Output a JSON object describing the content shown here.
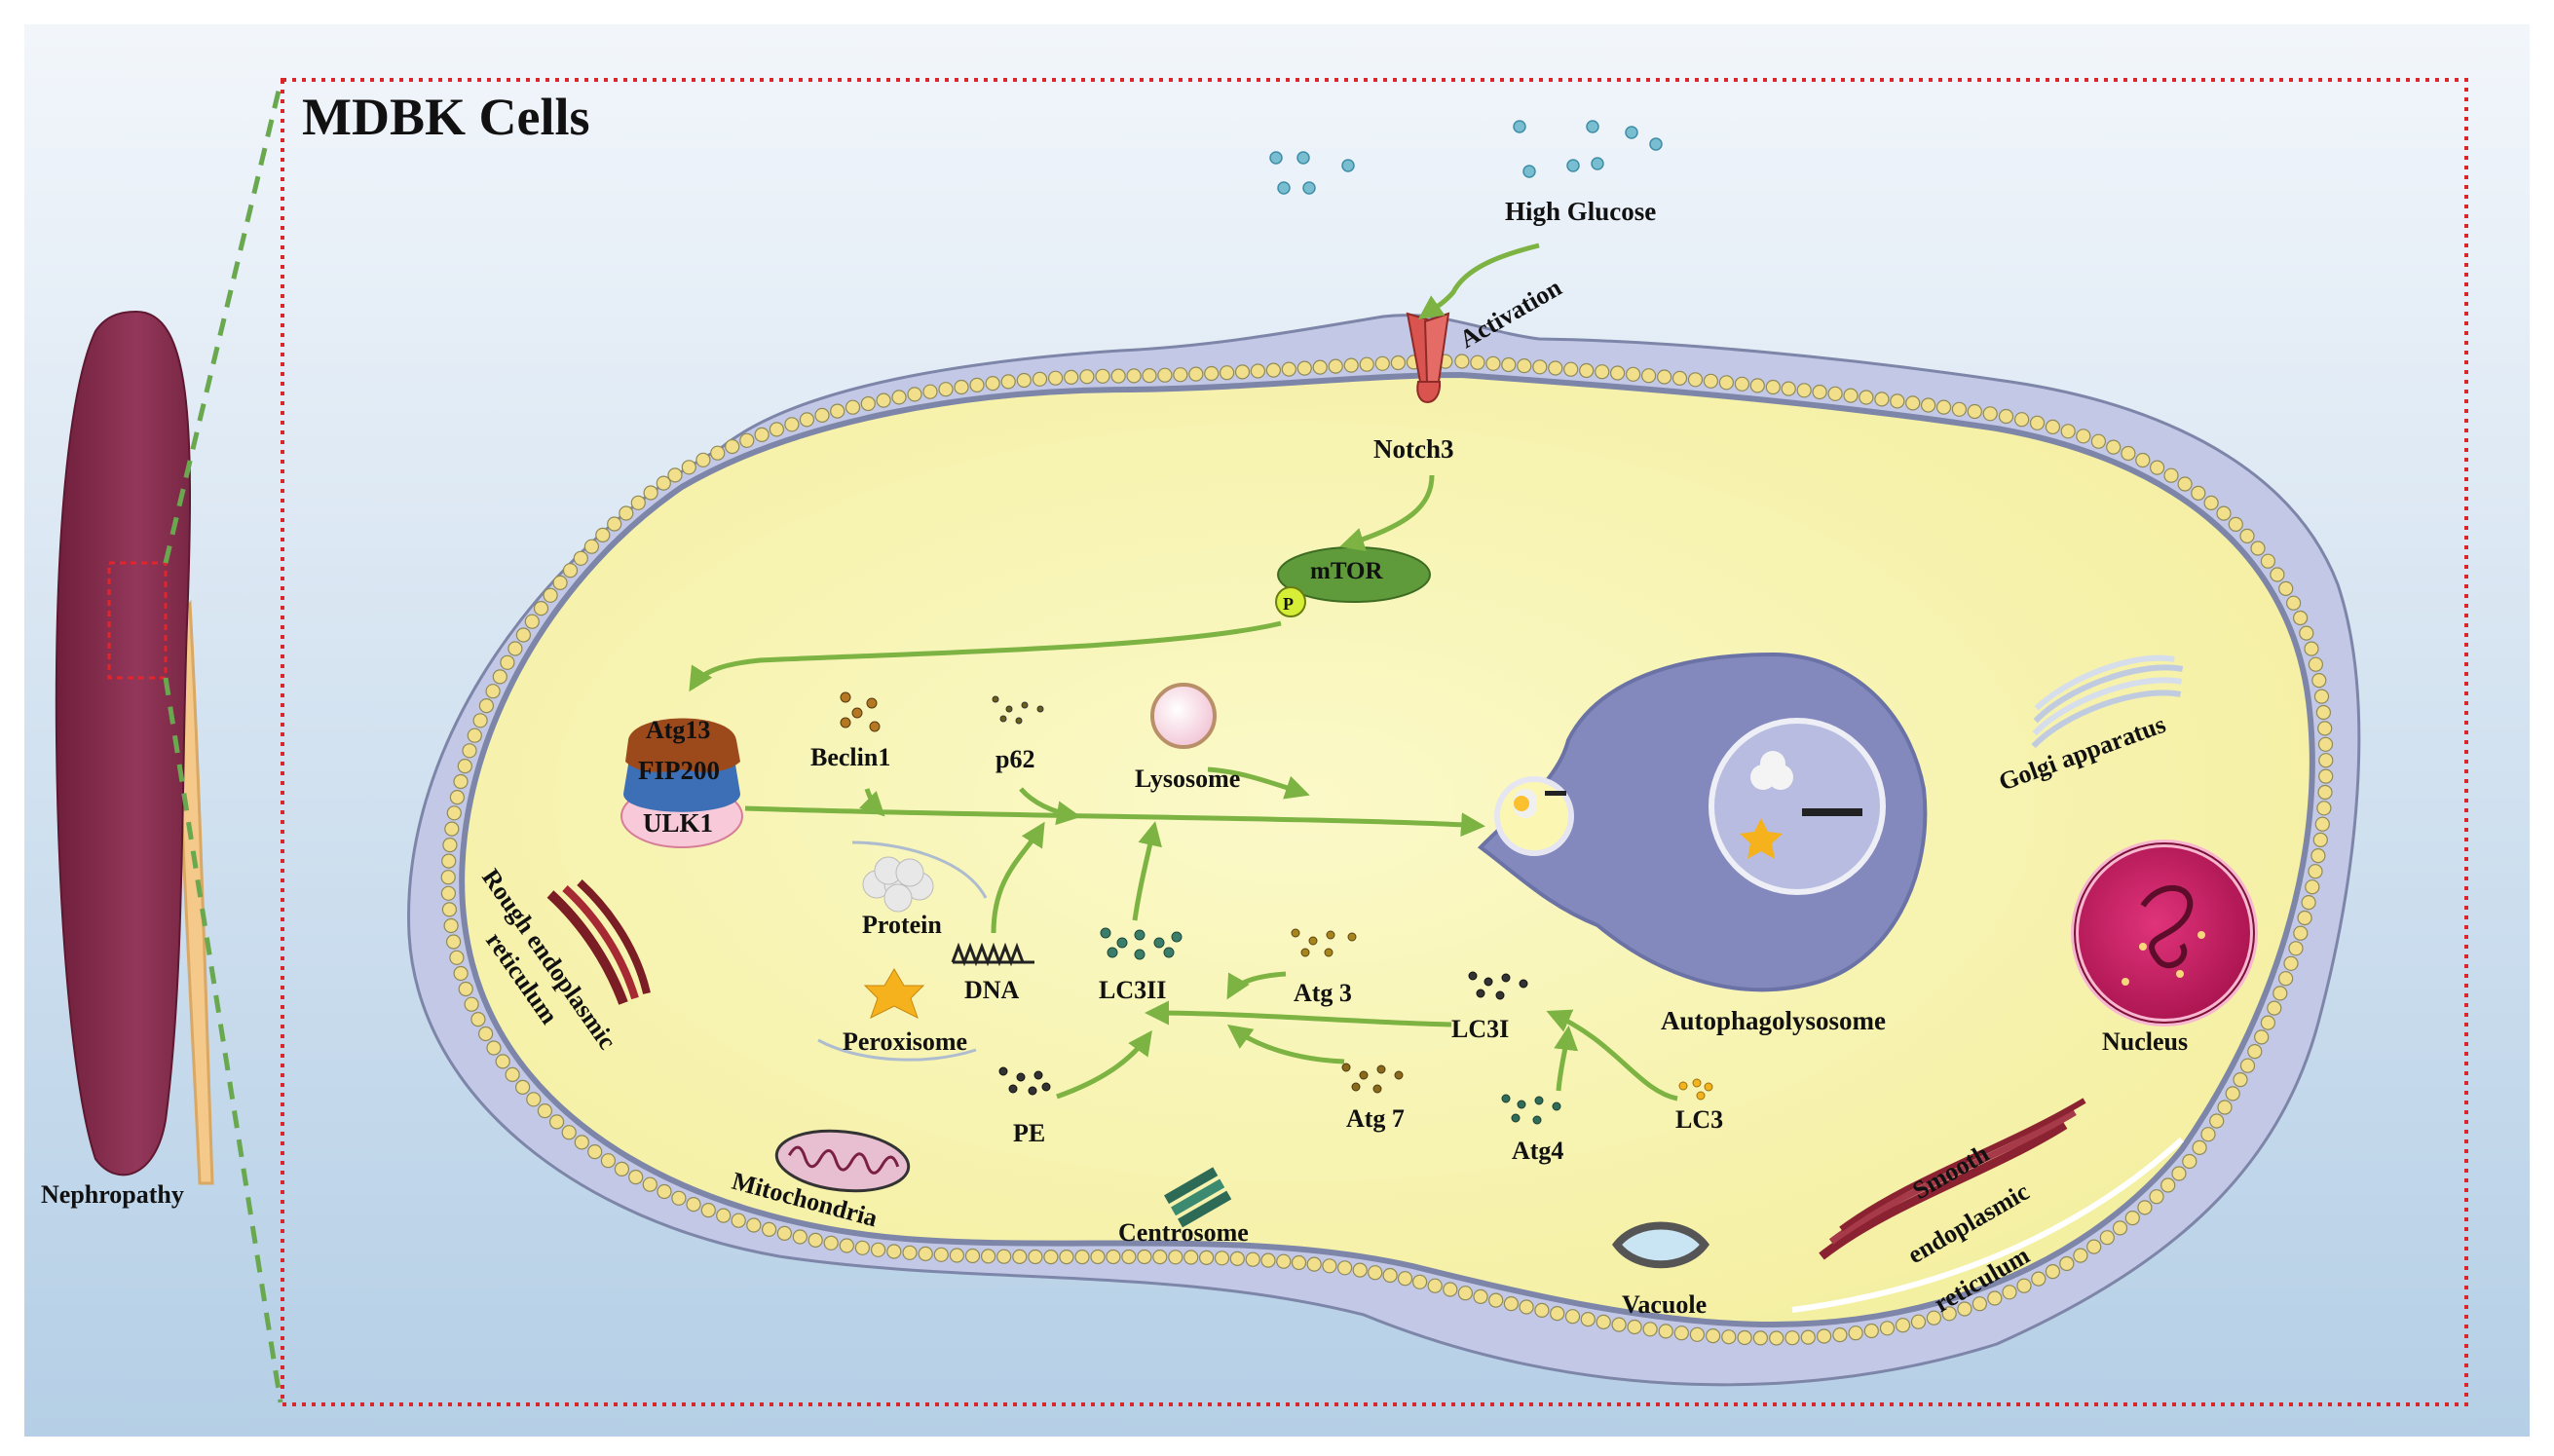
{
  "title": "MDBK Cells",
  "organ_label": "Nephropathy",
  "stimulus": {
    "label": "High Glucose",
    "arrow_label": "Activation"
  },
  "receptor": "Notch3",
  "mtor": {
    "label": "mTOR",
    "phospho": "P"
  },
  "ulk_complex": {
    "top": "Atg13",
    "middle": "FIP200",
    "bottom": "ULK1"
  },
  "molecules": {
    "beclin1": "Beclin1",
    "p62": "p62",
    "lysosome": "Lysosome",
    "protein": "Protein",
    "dna": "DNA",
    "peroxisome": "Peroxisome",
    "lc3ii": "LC3II",
    "atg3": "Atg 3",
    "lc3i": "LC3I",
    "pe": "PE",
    "atg7": "Atg 7",
    "atg4": "Atg4",
    "lc3": "LC3"
  },
  "organelles": {
    "autophagolysosome": "Autophagolysosome",
    "golgi": "Golgi apparatus",
    "nucleus": "Nucleus",
    "rough_er": [
      "Rough endoplasmic",
      "reticulum"
    ],
    "mitochondria": "Mitochondria",
    "centrosome": "Centrosome",
    "vacuole": "Vacuole",
    "smooth_er": [
      "Smooth",
      "endoplasmic",
      "reticulum"
    ]
  },
  "colors": {
    "arrow": "#7cb342",
    "cytoplasm": "#fbf7b2",
    "membrane_bead": "#f1df8c",
    "membrane_line": "#7d86a8",
    "cell_shadow": "#c3c8e6",
    "autophagolysosome": "#8389bd",
    "kidney": "#8a2f4d",
    "border": "#d9262b",
    "nucleus": "#c81d63"
  }
}
